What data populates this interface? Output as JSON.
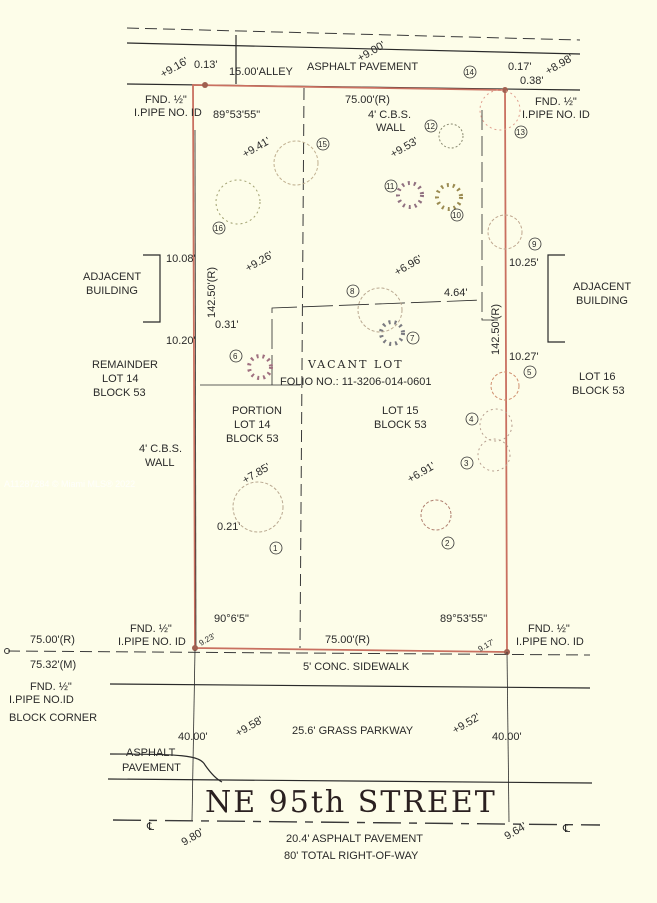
{
  "alley": {
    "width": "15.00'ALLEY",
    "pavement": "ASPHALT PAVEMENT",
    "elev_left": "+9.16'",
    "elev_mid": "+9.00'",
    "elev_right": "+8.98'",
    "offset_left": "0.13'",
    "offset_right1": "0.17'",
    "offset_right2": "0.38'"
  },
  "pipes": {
    "fnd": "FND. ½\"",
    "ipipe": "I.PIPE NO. ID",
    "block_corner": "BLOCK CORNER",
    "ipipe_noid": "I.PIPE NO.ID"
  },
  "angles": {
    "top_left": "89°53'55\"",
    "bottom_left": "90°6'5\"",
    "bottom_right": "89°53'55\""
  },
  "dims": {
    "top": "75.00'(R)",
    "bottom": "75.00'(R)",
    "left": "142.50'(R)",
    "right": "142.50'(R)",
    "west_r": "75.00'(R)",
    "west_m": "75.32'(M)",
    "setback_left_top": "10.08'",
    "setback_left_bottom": "10.20'",
    "setback_right_top": "10.25'",
    "setback_right_bottom": "10.27'",
    "wall_offset1": "0.31'",
    "wall_offset2": "0.21'",
    "fence_offset": "4.64'",
    "row_left": "40.00'",
    "row_right": "40.00'",
    "corner_left": "9.23'",
    "corner_right": "9.17'"
  },
  "elevations": [
    "+9.41'",
    "+9.53'",
    "+9.26'",
    "+6.96'",
    "+7.85'",
    "+6.91'",
    "+9.58'",
    "+9.52'",
    "9.80'",
    "9.64'"
  ],
  "labels": {
    "wall": "4' C.B.S.",
    "wall2": "WALL",
    "adjacent": "ADJACENT",
    "building": "BUILDING",
    "remainder": "REMAINDER",
    "lot14": "LOT 14",
    "block53": "BLOCK 53",
    "portion": "PORTION",
    "lot15": "LOT 15",
    "lot16": "LOT 16",
    "vacant": "VACANT LOT",
    "folio": "FOLIO NO.: 11-3206-014-0601",
    "sidewalk": "5' CONC. SIDEWALK",
    "parkway": "25.6' GRASS PARKWAY",
    "asphalt": "ASPHALT",
    "pavement": "PAVEMENT",
    "street": "NE 95th STREET",
    "street_pavement": "20.4' ASPHALT PAVEMENT",
    "row": "80' TOTAL RIGHT-OF-WAY",
    "centerline": "℄"
  },
  "trees": [
    "1",
    "2",
    "3",
    "4",
    "5",
    "6",
    "7",
    "8",
    "9",
    "10",
    "11",
    "12",
    "13",
    "14",
    "15",
    "16"
  ],
  "watermark": "A11287284 © Miami MLS® 2022",
  "colors": {
    "background": "#fdfde9",
    "lot_line": "#c97060"
  }
}
